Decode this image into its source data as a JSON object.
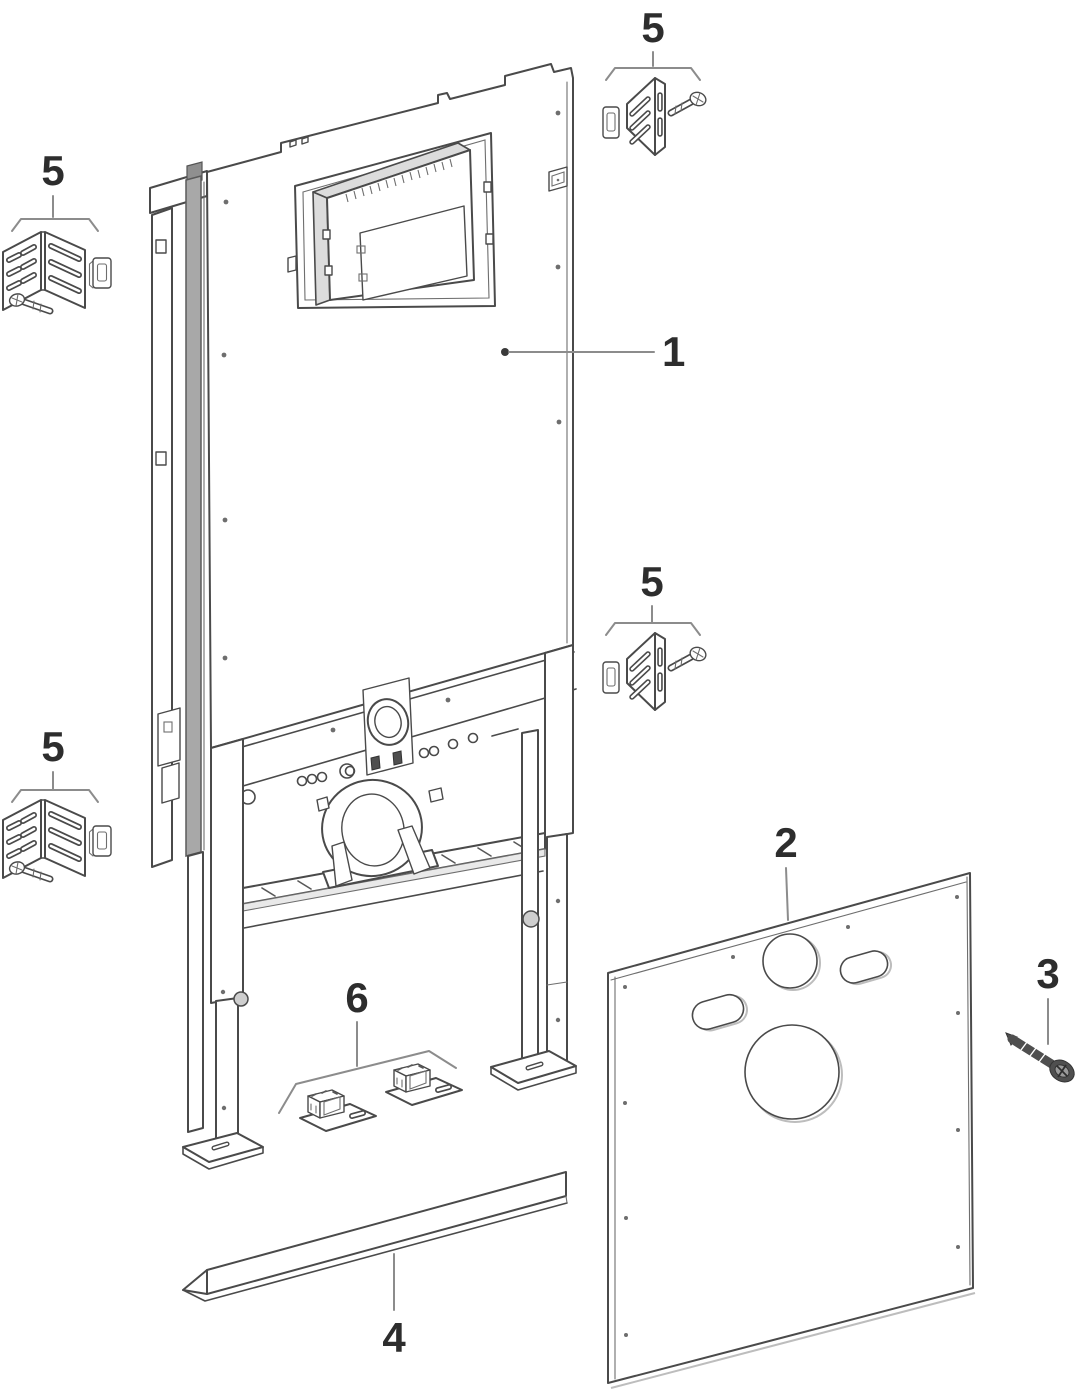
{
  "page": {
    "background": "#ffffff"
  },
  "diagram": {
    "type": "exploded-parts-diagram",
    "colors": {
      "line": "#4a4a4a",
      "leader": "#8c8c8c",
      "label": "#2d2d2d",
      "shade": "#dcdcdc",
      "metal": "#a8a8a8"
    },
    "callouts": [
      {
        "id": "5-top-left",
        "label": "5"
      },
      {
        "id": "5-top-right",
        "label": "5"
      },
      {
        "id": "1-frame",
        "label": "1"
      },
      {
        "id": "5-mid-right",
        "label": "5"
      },
      {
        "id": "5-bottom-left",
        "label": "5"
      },
      {
        "id": "2-panel",
        "label": "2"
      },
      {
        "id": "3-screw",
        "label": "3"
      },
      {
        "id": "6-floor-fixings",
        "label": "6"
      },
      {
        "id": "4-rail",
        "label": "4"
      }
    ],
    "parts": [
      {
        "label": "1",
        "name": "installation-frame-with-cistern"
      },
      {
        "label": "2",
        "name": "protection-panel"
      },
      {
        "label": "3",
        "name": "fixing-screw"
      },
      {
        "label": "4",
        "name": "floor-rail"
      },
      {
        "label": "5",
        "name": "wall-bracket-set"
      },
      {
        "label": "6",
        "name": "floor-fixing-set"
      }
    ]
  }
}
